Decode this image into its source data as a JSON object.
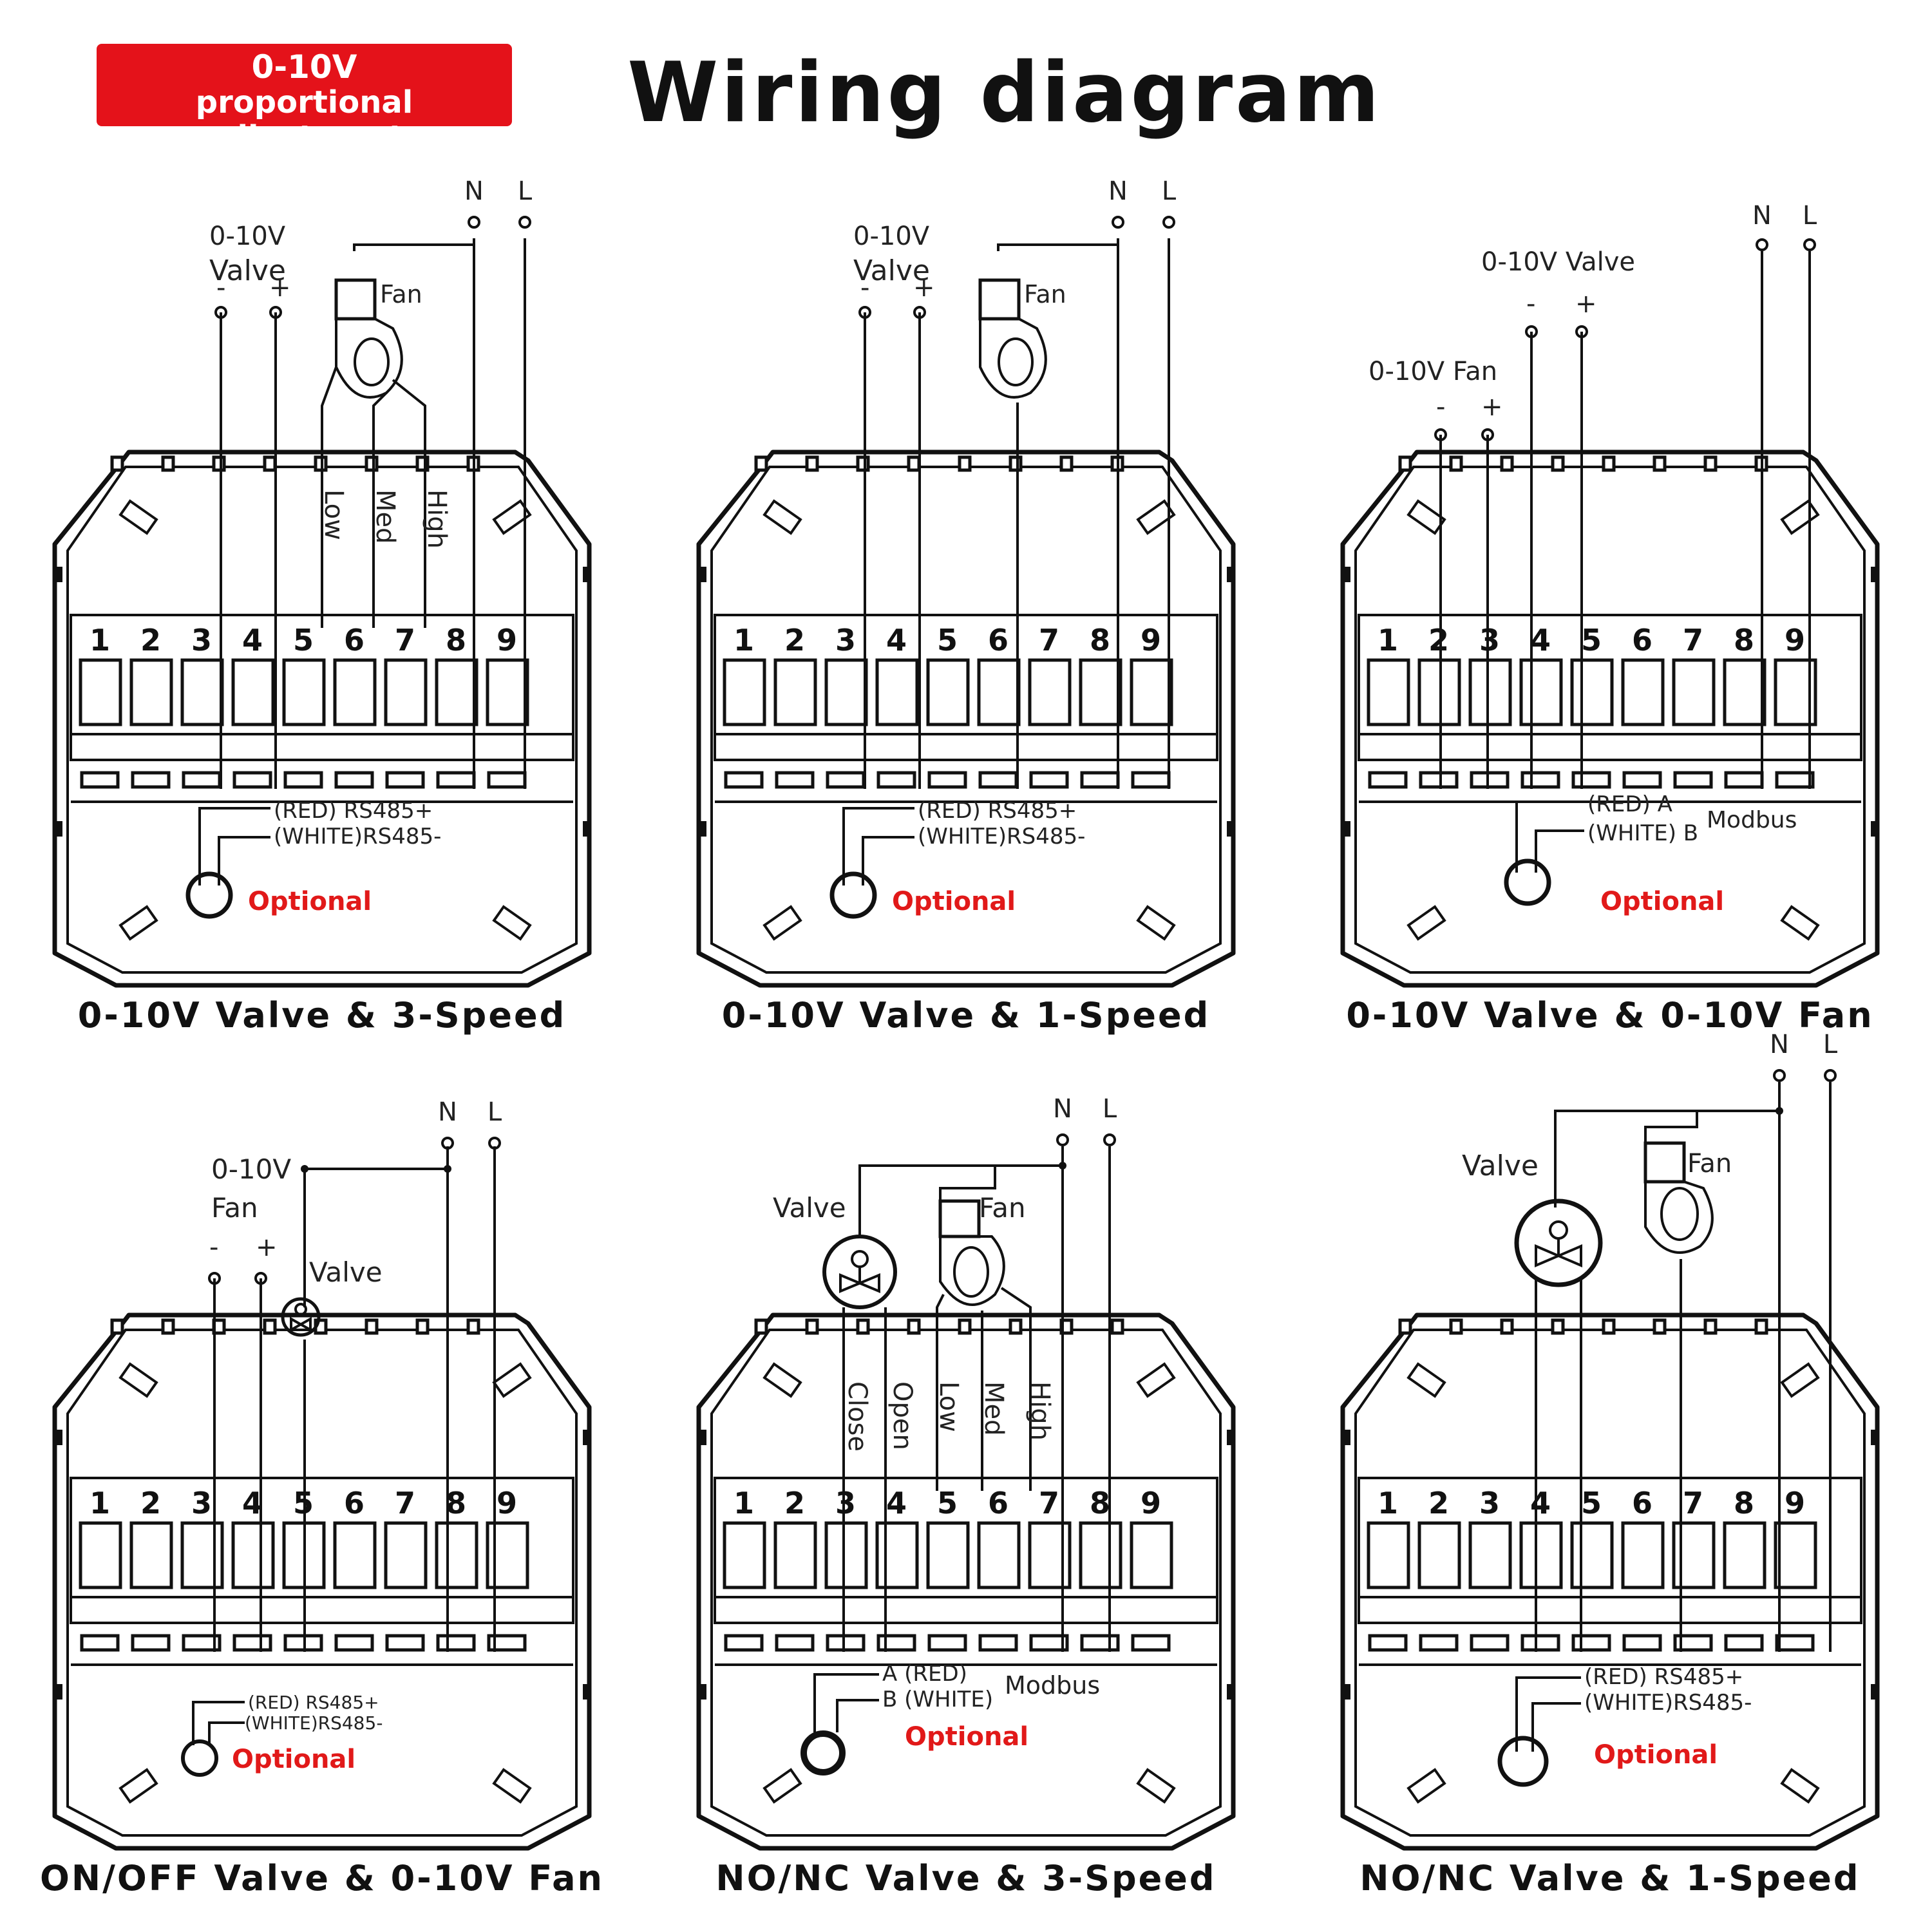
{
  "header": {
    "badge_line1": "0-10V",
    "badge_line2": "proportional adjustment",
    "title": "Wiring diagram"
  },
  "colors": {
    "badge": "#e4121a",
    "optional": "#e11919",
    "ink": "#111111"
  },
  "terminals": [
    "1",
    "2",
    "3",
    "4",
    "5",
    "6",
    "7",
    "8",
    "9"
  ],
  "common": {
    "neutral": "N",
    "live": "L",
    "optional": "Optional",
    "minus": "-",
    "plus": "+"
  },
  "panels": [
    {
      "caption": "0-10V Valve & 3-Speed",
      "valve_label": "0-10V",
      "valve_label2": "Valve",
      "fan_label": "Fan",
      "speeds": [
        "Low",
        "Med",
        "High"
      ],
      "bus": [
        "(RED) RS485+",
        "(WHITE)RS485-"
      ]
    },
    {
      "caption": "0-10V Valve & 1-Speed",
      "valve_label": "0-10V",
      "valve_label2": "Valve",
      "fan_label": "Fan",
      "bus": [
        "(RED) RS485+",
        "(WHITE)RS485-"
      ]
    },
    {
      "caption": "0-10V Valve & 0-10V Fan",
      "valve_label": "0-10V Valve",
      "fan_label": "0-10V Fan",
      "bus": [
        "(RED) A",
        "(WHITE) B"
      ],
      "bus_name": "Modbus"
    },
    {
      "caption": "ON/OFF Valve & 0-10V Fan",
      "fan_label": "0-10V",
      "fan_label2": "Fan",
      "valve_label": "Valve",
      "bus": [
        "(RED) RS485+",
        "(WHITE)RS485-"
      ]
    },
    {
      "caption": "NO/NC Valve & 3-Speed",
      "valve_label": "Valve",
      "fan_label": "Fan",
      "valve_ports": [
        "Close",
        "Open"
      ],
      "speeds": [
        "Low",
        "Med",
        "High"
      ],
      "bus": [
        "A (RED)",
        "B (WHITE)"
      ],
      "bus_name": "Modbus"
    },
    {
      "caption": "NO/NC Valve & 1-Speed",
      "valve_label": "Valve",
      "fan_label": "Fan",
      "bus": [
        "(RED) RS485+",
        "(WHITE)RS485-"
      ]
    }
  ]
}
